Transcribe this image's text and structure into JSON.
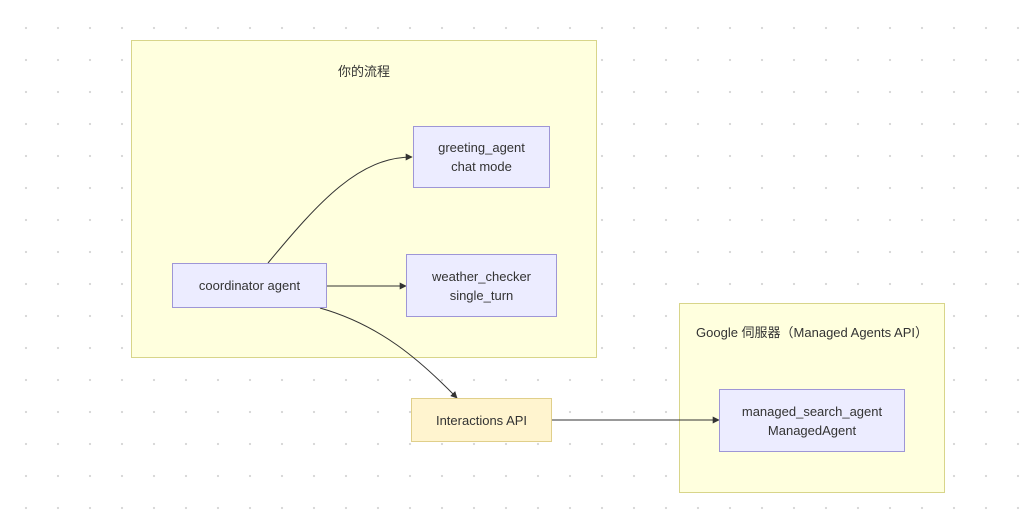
{
  "clusters": {
    "your_flow": {
      "label": "你的流程"
    },
    "google_server": {
      "label": "Google 伺服器（Managed Agents API）"
    }
  },
  "nodes": {
    "greeting_agent": {
      "line1": "greeting_agent",
      "line2": "chat mode"
    },
    "weather_checker": {
      "line1": "weather_checker",
      "line2": "single_turn"
    },
    "coordinator": {
      "line1": "coordinator agent"
    },
    "interactions_api": {
      "line1": "Interactions API"
    },
    "managed_search_agent": {
      "line1": "managed_search_agent",
      "line2": "ManagedAgent"
    }
  },
  "colors": {
    "cluster_fill": "#ffffde",
    "cluster_border": "#d8d58a",
    "node_fill": "#ececff",
    "node_border": "#9e96d6",
    "api_fill": "#fff4cf",
    "edge": "#333333"
  }
}
